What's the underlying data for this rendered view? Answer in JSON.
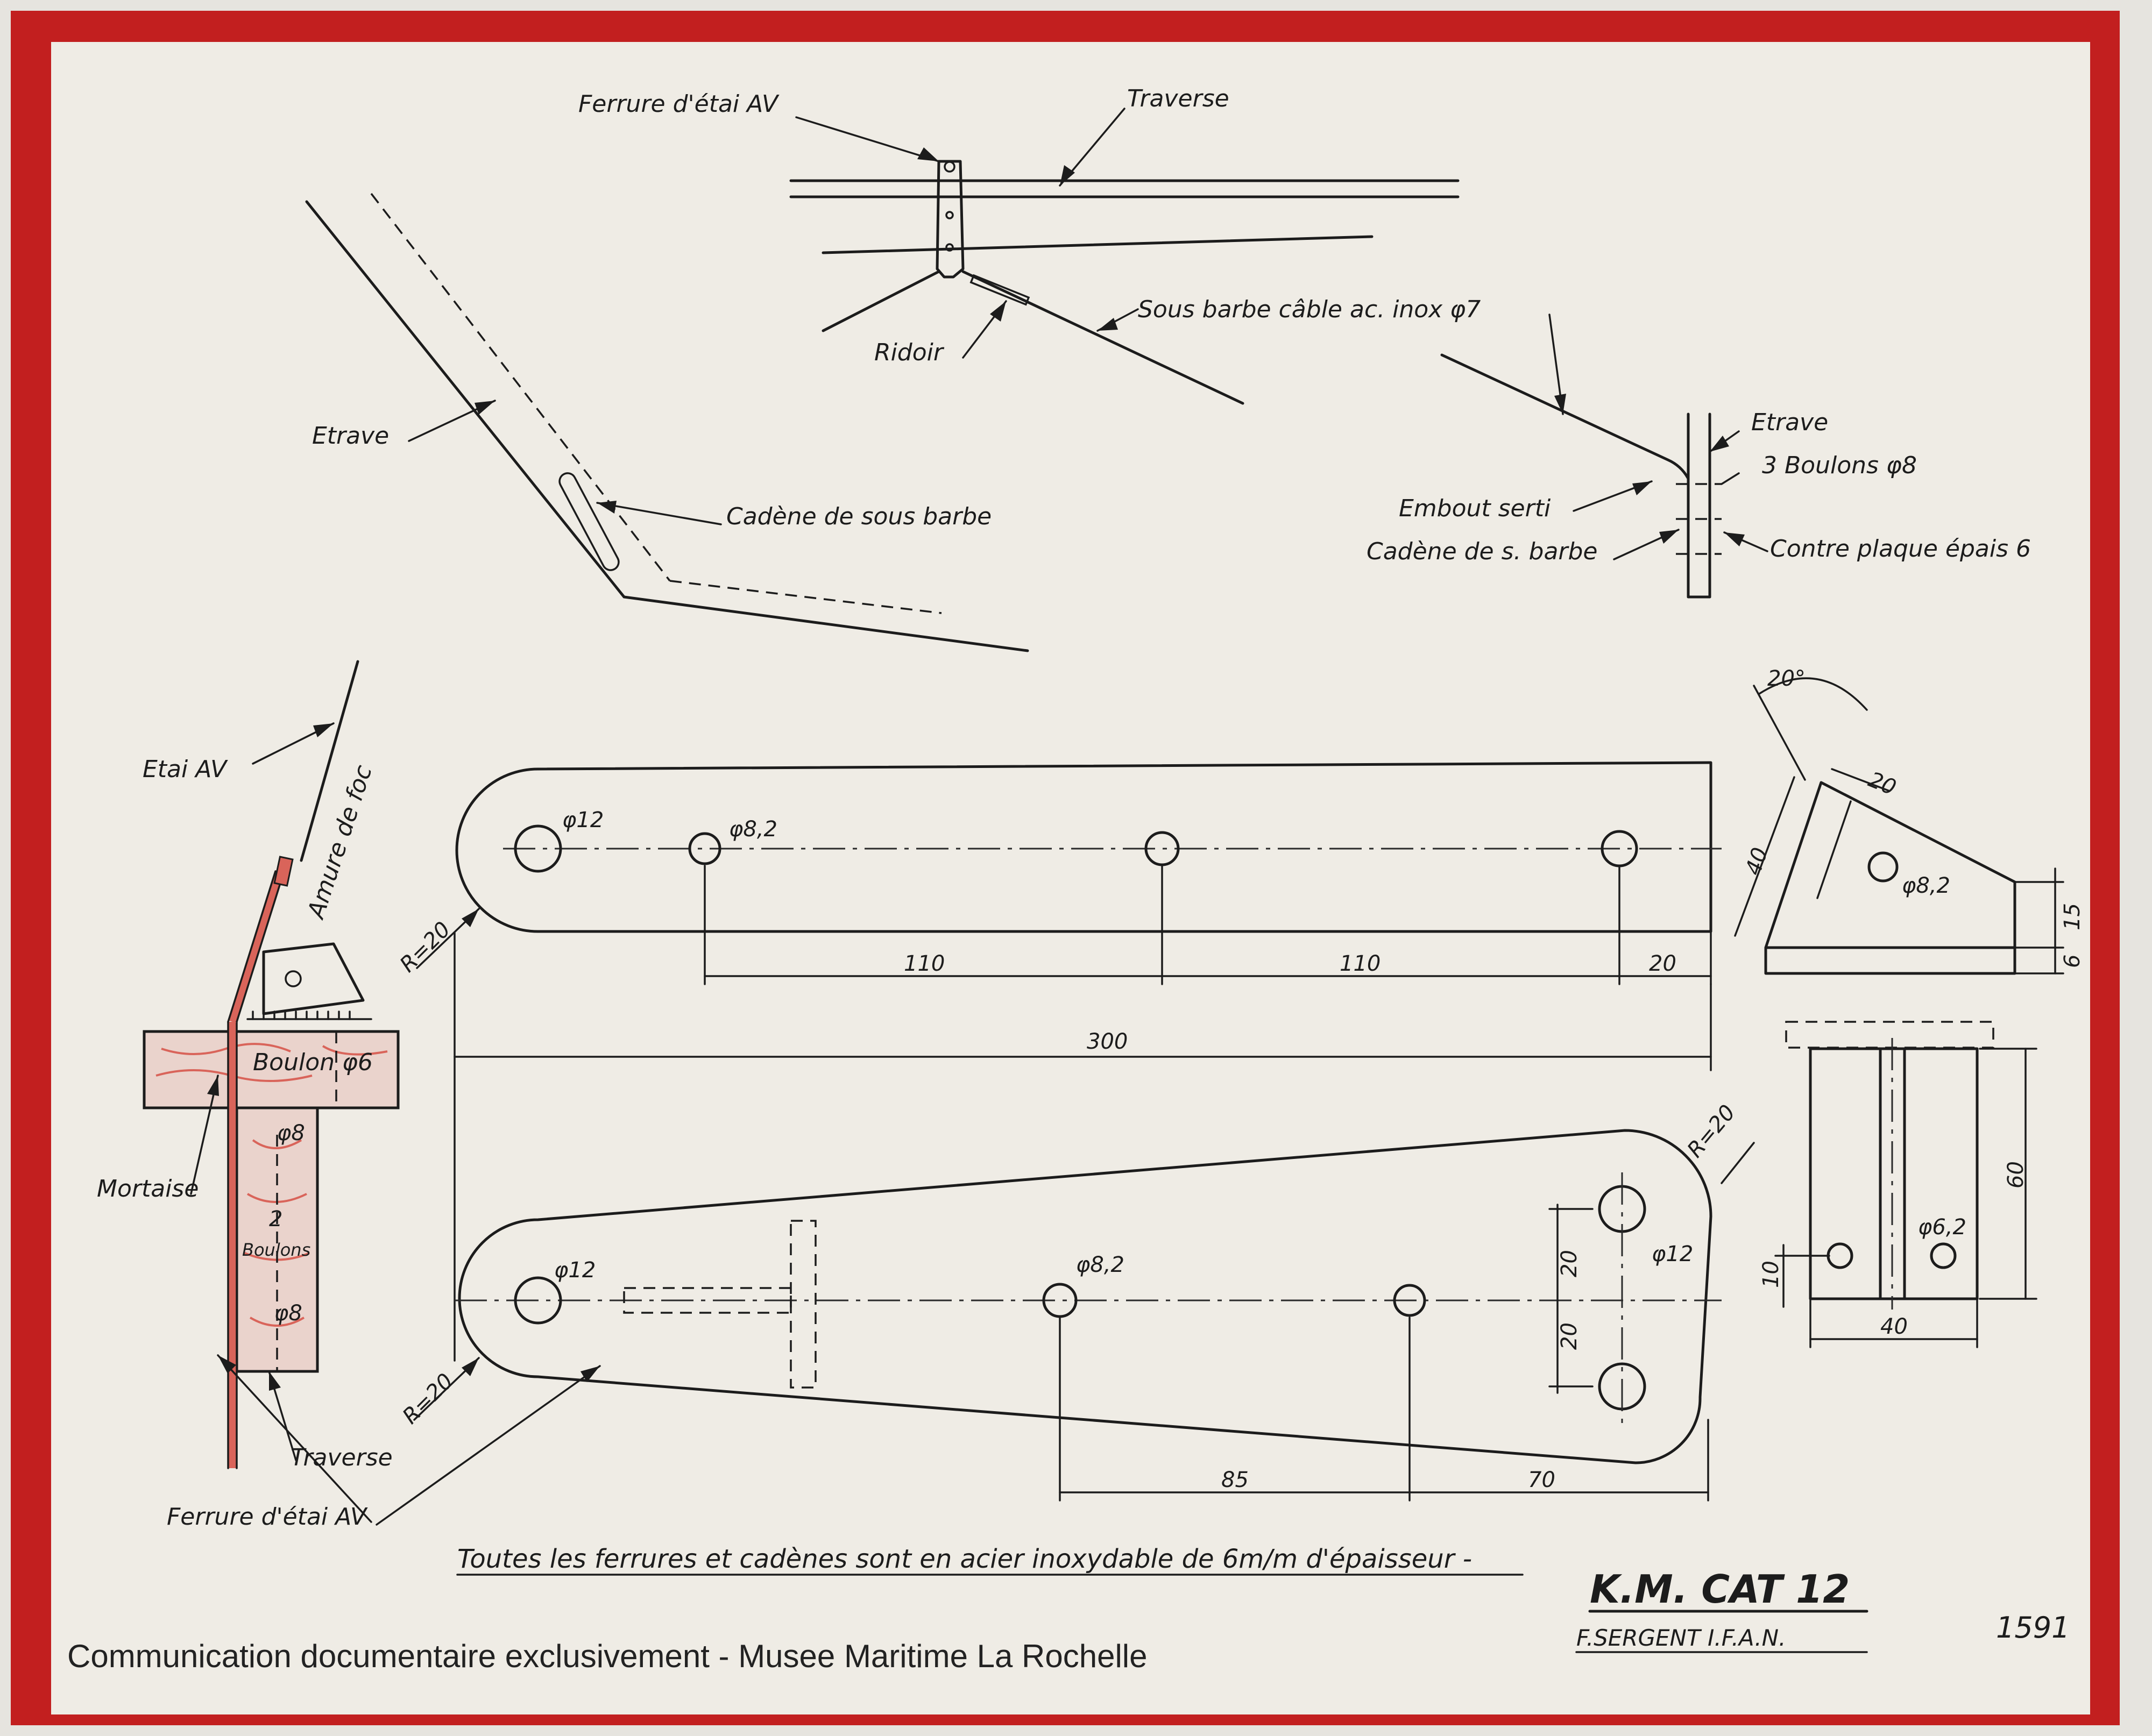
{
  "drawing": {
    "labels": {
      "ferrure_etai_top": "Ferrure d'étai AV",
      "traverse_top": "Traverse",
      "ridoir": "Ridoir",
      "sous_barbe": "Sous barbe câble ac. inox φ7",
      "etrave_left": "Etrave",
      "cadene_sous_barbe": "Cadène de sous barbe",
      "etrave_right": "Etrave",
      "boulons": "3 Boulons φ8",
      "embout": "Embout serti",
      "cadene_s_barbe": "Cadène de s. barbe",
      "contre_plaque": "Contre plaque épais 6",
      "etai_av": "Etai AV",
      "amure_foc": "Amure de foc",
      "boulon_6": "Boulon φ6",
      "phi8_a": "φ8",
      "deux_boulons_a": "2",
      "deux_boulons_b": "Boulons",
      "phi8_b": "φ8",
      "mortaise": "Mortaise",
      "traverse_bottom": "Traverse",
      "ferrure_etai_bottom": "Ferrure d'étai AV"
    },
    "dims": {
      "d20deg": "20°",
      "d20a": "20",
      "d40a": "40",
      "phi82_right": "φ8,2",
      "d15": "15",
      "d6": "6",
      "phi12_top": "φ12",
      "phi82_top": "φ8,2",
      "r20_top": "R=20",
      "d110a": "110",
      "d110b": "110",
      "d20b": "20",
      "d300": "300",
      "r20_right": "R=20",
      "phi12_bot_left": "φ12",
      "phi82_bot": "φ8,2",
      "phi12_bot_right": "φ12",
      "d20c": "20",
      "d20d": "20",
      "r20_bot": "R=20",
      "d85": "85",
      "d70": "70",
      "d60": "60",
      "phi62": "φ6,2",
      "d10": "10",
      "d40b": "40"
    },
    "note": "Toutes les ferrures et cadènes sont en acier inoxydable de 6m/m d'épaisseur -",
    "title": "K.M. CAT 12",
    "author": "F.SERGENT I.F.A.N.",
    "sheet_no": "1591"
  },
  "credit": "Communication documentaire exclusivement - Musee Maritime La Rochelle",
  "colors": {
    "border": "#c21f1f",
    "paper": "#efece5",
    "wood": "#d9645a",
    "ink": "#1c1c1c"
  }
}
